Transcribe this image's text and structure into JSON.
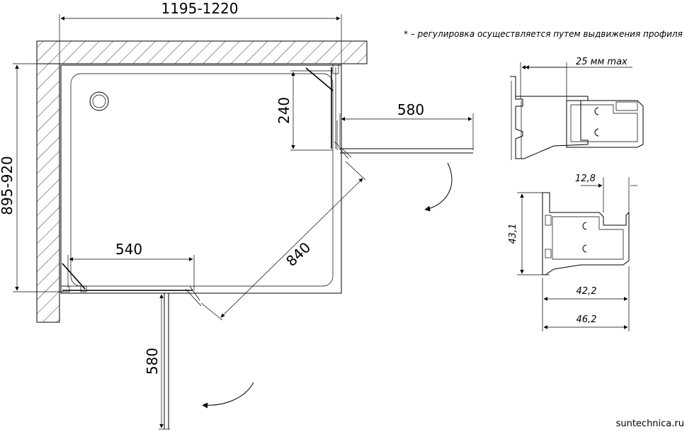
{
  "note": "* – регулировка осуществляется путем выдвижения профиля",
  "watermark": "suntechnica.ru",
  "dimensions": {
    "width_range": "1195-1220",
    "depth_range": "895-920",
    "side_door_offset": "240",
    "door_right_width": "580",
    "door_diagonal": "840",
    "bottom_door_offset": "540",
    "door_bottom_width": "580"
  },
  "profile_top": {
    "adjustment": "25 мм max"
  },
  "profile_bottom": {
    "lip": "12,8",
    "height": "43,1",
    "inner_width": "42,2",
    "outer_width": "46,2"
  }
}
